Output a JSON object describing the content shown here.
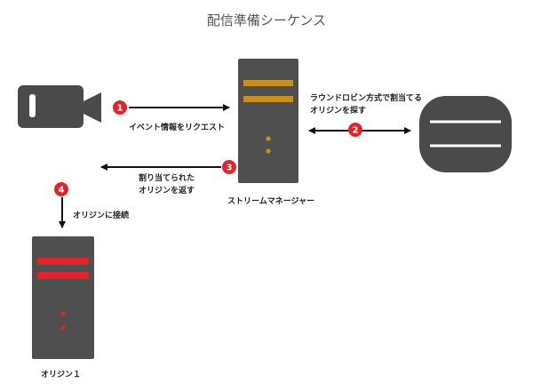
{
  "title": "配信準備シーケンス",
  "steps": [
    {
      "number": "1",
      "label_lines": [
        "イベント情報をリクエスト"
      ]
    },
    {
      "number": "2",
      "label_lines": [
        "ラウンドロビン方式で割当てる",
        "オリジンを探す"
      ]
    },
    {
      "number": "3",
      "label_lines": [
        "割り当てられた",
        "オリジンを返す"
      ]
    },
    {
      "number": "4",
      "label_lines": [
        "オリジンに接続"
      ]
    }
  ],
  "nodes": {
    "stream_manager": "ストリームマネージャー",
    "origin": "オリジン１",
    "camera_icon": "video-camera-icon",
    "database_icon": "database-icon"
  },
  "colors": {
    "server_body": "#4f4f4f",
    "server_stripe_top": "#c7901f",
    "origin_stripe": "#e0242a",
    "badge": "#e0242a",
    "camera": "#4a4a4a",
    "database": "#4a4a4a"
  }
}
